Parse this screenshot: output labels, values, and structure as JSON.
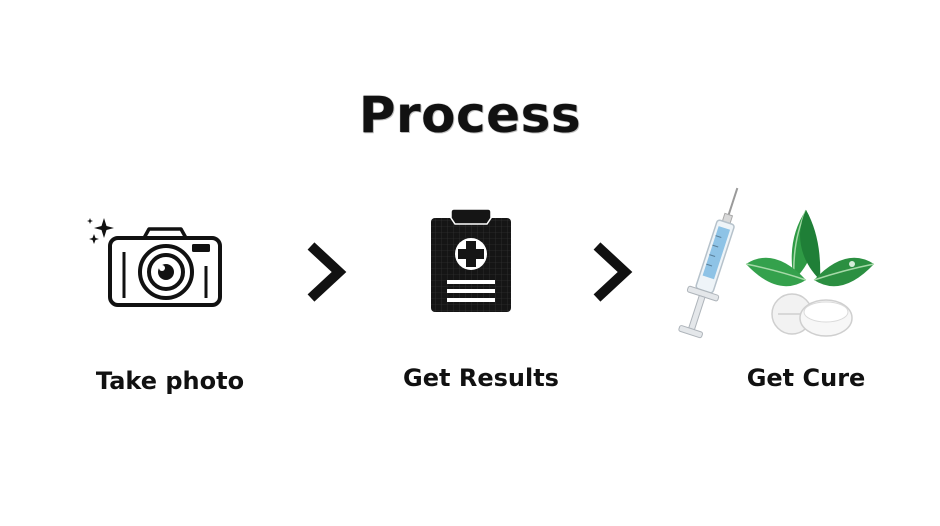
{
  "title": "Process",
  "steps": [
    {
      "label": "Take photo",
      "icon": "camera-icon"
    },
    {
      "label": "Get Results",
      "icon": "medical-clipboard-icon"
    },
    {
      "label": "Get Cure",
      "icon": "syringe-and-leaves-icon"
    }
  ],
  "arrow_icon": "chevron-right-icon",
  "colors": {
    "text": "#111111",
    "background": "#ffffff",
    "leaf_green": "#2f9a45",
    "syringe_blue": "#8ec3e6"
  }
}
